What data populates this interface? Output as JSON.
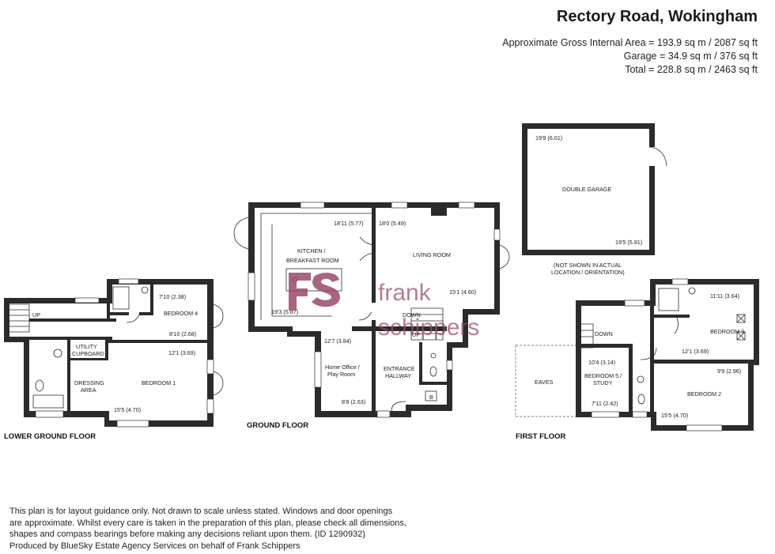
{
  "header": {
    "title": "Rectory Road, Wokingham",
    "area_lines": [
      "Approximate Gross Internal Area = 193.9 sq m / 2087 sq ft",
      "Garage = 34.9 sq m / 376 sq ft",
      "Total = 228.8 sq m / 2463 sq ft"
    ]
  },
  "floors": {
    "lower_ground": {
      "label": "LOWER GROUND FLOOR",
      "rooms": {
        "bedroom4": "BEDROOM 4",
        "bedroom4_dim1": "7'10 (2.38)",
        "bedroom4_dim2": "8'10 (2.68)",
        "utility_1": "UTILITY",
        "utility_2": "CUPBOARD",
        "dressing_1": "DRESSING",
        "dressing_2": "AREA",
        "bedroom1": "BEDROOM 1",
        "bedroom1_dim1": "12'1 (3.69)",
        "bedroom1_dim2": "15'5 (4.70)",
        "up": "UP"
      }
    },
    "ground": {
      "label": "GROUND FLOOR",
      "rooms": {
        "kitchen_1": "KITCHEN /",
        "kitchen_2": "BREAKFAST ROOM",
        "kitchen_dim1": "18'11 (5.77)",
        "kitchen_dim2": "19'3 (5.87)",
        "living": "LIVING ROOM",
        "living_dim1": "18'0 (5.49)",
        "living_dim2": "15'1 (4.60)",
        "office_1": "Home Office /",
        "office_2": "Play Room",
        "office_dim1": "12'7 (3.84)",
        "office_dim2": "8'8 (2.63)",
        "hall_1": "ENTRANCE",
        "hall_2": "HALLWAY",
        "down": "DOWN",
        "up": "UP",
        "boiler": "B"
      }
    },
    "garage": {
      "rooms": {
        "garage": "DOUBLE GARAGE",
        "garage_dim1": "19'9 (6.01)",
        "garage_dim2": "19'5 (5.91)",
        "note_1": "(NOT SHOWN IN ACTUAL",
        "note_2": "LOCATION / ORIENTATION)"
      }
    },
    "first": {
      "label": "FIRST FLOOR",
      "rooms": {
        "bedroom3": "BEDROOM 3",
        "bedroom3_dim1": "11'11 (3.64)",
        "bedroom3_dim2": "12'1 (3.69)",
        "down": "DOWN",
        "eaves": "EAVES",
        "bedroom5_1": "BEDROOM 5 /",
        "bedroom5_2": "STUDY",
        "bedroom5_dim1": "10'4 (3.14)",
        "bedroom5_dim2": "7'11 (2.42)",
        "bedroom2": "BEDROOM 2",
        "bedroom2_dim1": "9'9 (2.96)",
        "bedroom2_dim2": "15'5 (4.70)"
      }
    }
  },
  "watermark": {
    "line1": "frank",
    "line2": "schippers"
  },
  "disclaimer": [
    "This plan is for layout guidance only. Not drawn to scale unless stated. Windows and door openings",
    "are approximate. Whilst every care is taken in the preparation of this plan, please check all dimensions,",
    "shapes and compass bearings before making any decisions reliant upon them. (ID 1290932)",
    "Produced by BlueSky Estate Agency Services on behalf of Frank Schippers"
  ],
  "colors": {
    "wall": "#2b2b2b",
    "watermark": "#9a4a6a"
  }
}
